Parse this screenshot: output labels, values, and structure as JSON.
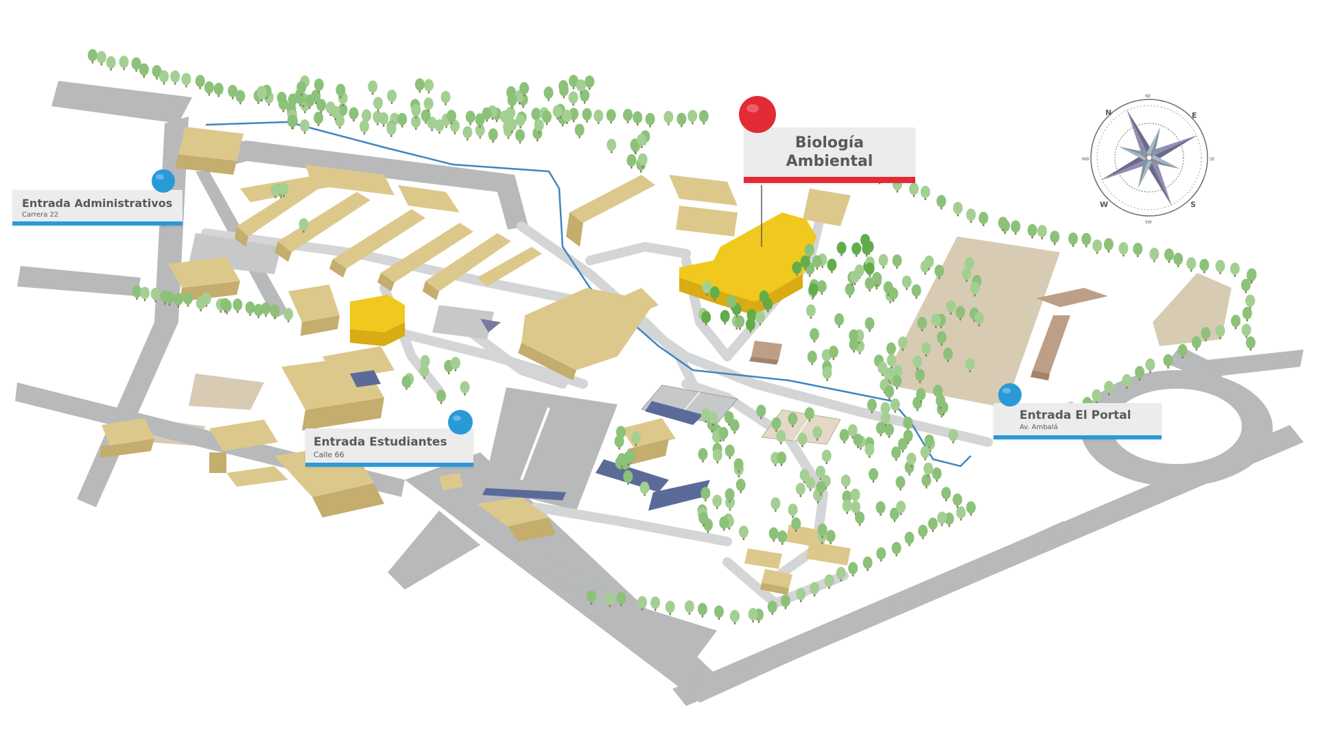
{
  "colors": {
    "road": "#b8b9bb",
    "path": "#d4d5d7",
    "building": "#ddc88c",
    "building_dark": "#c4ad6d",
    "highlight": "#f0c81e",
    "highlight_dark": "#d8ac12",
    "blue_roof": "#5a6b9a",
    "brown_building": "#bc9f86",
    "sand": "#d8cbb4",
    "tree_green": "#62ad4a",
    "tree_light": "#a4cf93",
    "river": "#3b86c2",
    "pin_blue": "#2a9ad7",
    "pin_red": "#e32b35",
    "label_bg": "#ececec",
    "label_text": "#58595b"
  },
  "destination": {
    "title_line1": "Biología",
    "title_line2": "Ambiental",
    "pin_icon": "map-pin-red-icon"
  },
  "entrances": [
    {
      "title": "Entrada Administrativos",
      "subtitle": "Carrera 22",
      "pin_icon": "map-pin-blue-icon"
    },
    {
      "title": "Entrada Estudiantes",
      "subtitle": "Calle 66",
      "pin_icon": "map-pin-blue-icon"
    },
    {
      "title": "Entrada El Portal",
      "subtitle": "Av. Ambalá",
      "pin_icon": "map-pin-blue-icon"
    }
  ],
  "compass": {
    "icon": "compass-rose-icon",
    "labels": {
      "n": "N",
      "s": "S",
      "e": "E",
      "w": "W",
      "ne": "NE",
      "nw": "NW",
      "se": "SE",
      "sw": "SW"
    }
  }
}
